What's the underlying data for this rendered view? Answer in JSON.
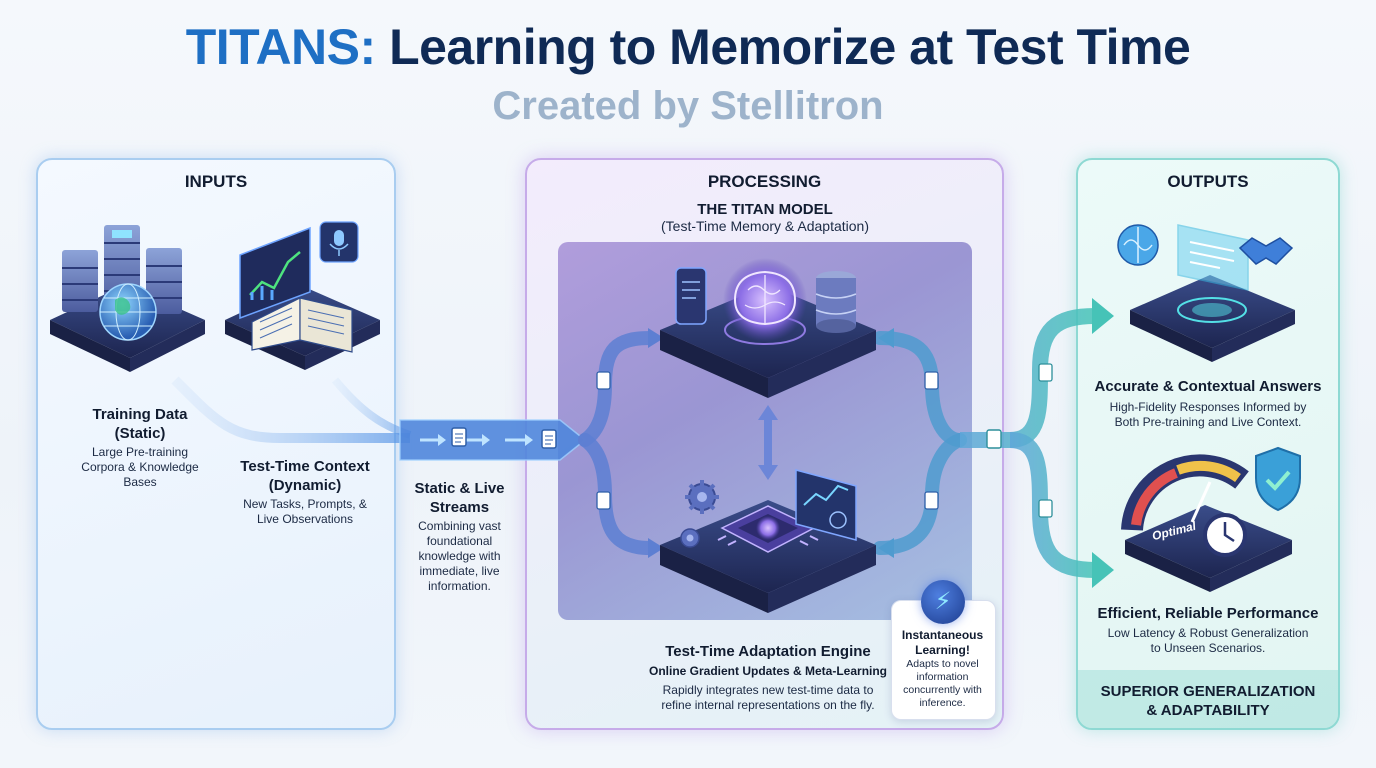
{
  "header": {
    "title_accent": "TITANS:",
    "title_rest": " Learning to Memorize at Test Time",
    "subtitle": "Created by Stellitron"
  },
  "inputs": {
    "title": "INPUTS",
    "training": {
      "title_line1": "Training Data",
      "title_line2": "(Static)",
      "desc_line1": "Large Pre-training",
      "desc_line2": "Corpora & Knowledge",
      "desc_line3": "Bases"
    },
    "context": {
      "title_line1": "Test-Time Context",
      "title_line2": "(Dynamic)",
      "desc_line1": "New Tasks, Prompts, &",
      "desc_line2": "Live Observations"
    }
  },
  "streams": {
    "title_line1": "Static & Live",
    "title_line2": "Streams",
    "desc_line1": "Combining vast",
    "desc_line2": "foundational",
    "desc_line3": "knowledge with",
    "desc_line4": "immediate, live",
    "desc_line5": "information."
  },
  "processing": {
    "title": "PROCESSING",
    "model_title": "THE TITAN MODEL",
    "model_subtitle": "(Test-Time Memory & Adaptation)",
    "engine": {
      "title": "Test-Time Adaptation Engine",
      "subtitle": "Online Gradient Updates & Meta-Learning",
      "desc_line1": "Rapidly integrates new test-time data to",
      "desc_line2": "refine internal representations on the fly."
    },
    "badge": {
      "title_line1": "Instantaneous",
      "title_line2": "Learning!",
      "desc_line1": "Adapts to novel",
      "desc_line2": "information",
      "desc_line3": "concurrently with",
      "desc_line4": "inference."
    }
  },
  "outputs": {
    "title": "OUTPUTS",
    "answers": {
      "title": "Accurate & Contextual Answers",
      "desc_line1": "High-Fidelity Responses Informed by",
      "desc_line2": "Both Pre-training and Live Context."
    },
    "performance": {
      "title": "Efficient, Reliable Performance",
      "gauge_label": "Optimal",
      "desc_line1": "Low Latency & Robust Generalization",
      "desc_line2": "to Unseen Scenarios."
    },
    "footer_line1": "SUPERIOR GENERALIZATION",
    "footer_line2": "& ADAPTABILITY"
  },
  "colors": {
    "title_accent": "#1e6fc4",
    "title_main": "#0f2a55",
    "subtitle": "#9db3cb",
    "inputs_border": "#a9cdf0",
    "processing_border": "#c6abe9",
    "outputs_border": "#8ed9d3",
    "flow_blue": "#5b9ae6",
    "flow_teal": "#3fbcb4"
  },
  "icons": [
    "server-stack-icon",
    "globe-icon",
    "monitor-chart-icon",
    "open-book-icon",
    "microphone-icon",
    "document-icon",
    "brain-icon",
    "database-icon",
    "tablet-icon",
    "processor-chip-icon",
    "gear-icon",
    "chart-screen-icon",
    "lightning-bolt-icon",
    "hologram-brain-icon",
    "chat-screen-icon",
    "handshake-icon",
    "gauge-icon",
    "clock-icon",
    "shield-check-icon"
  ]
}
